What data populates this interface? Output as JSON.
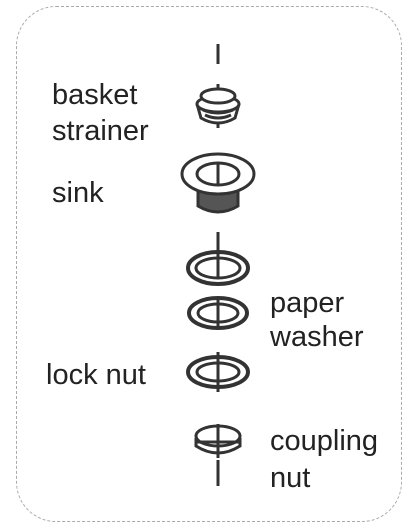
{
  "labels": {
    "basket_strainer_line1": "basket",
    "basket_strainer_line2": "strainer",
    "sink": "sink",
    "paper_washer_line1": "paper",
    "paper_washer_line2": "washer",
    "lock_nut": "lock nut",
    "coupling_nut_line1": "coupling",
    "coupling_nut_line2": "nut"
  },
  "colors": {
    "stroke": "#333333",
    "frame": "#aaaaaa",
    "fill_dark": "#555555"
  }
}
